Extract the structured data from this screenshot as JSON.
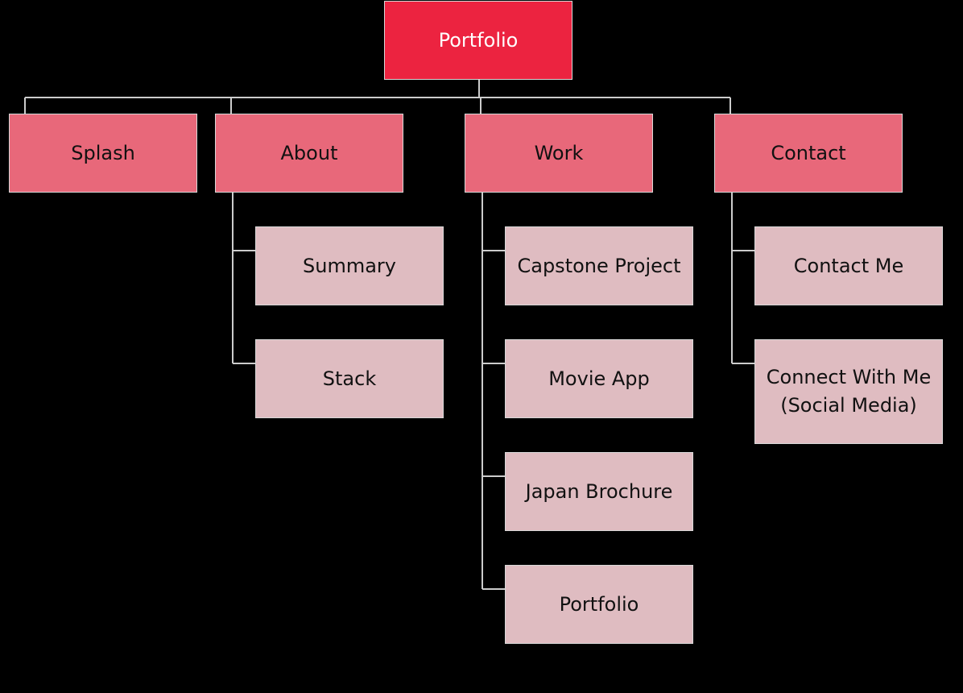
{
  "colors": {
    "root_fill": "#ec2340",
    "section_fill": "#e8687a",
    "page_fill": "#dfbcc1",
    "connector": "#cccccc",
    "background": "#000000"
  },
  "root": {
    "label": "Portfolio"
  },
  "sections": [
    {
      "label": "Splash",
      "children": []
    },
    {
      "label": "About",
      "children": [
        {
          "label": "Summary"
        },
        {
          "label": "Stack"
        }
      ]
    },
    {
      "label": "Work",
      "children": [
        {
          "label": "Capstone Project"
        },
        {
          "label": "Movie App"
        },
        {
          "label": "Japan Brochure"
        },
        {
          "label": "Portfolio"
        }
      ]
    },
    {
      "label": "Contact",
      "children": [
        {
          "label": "Contact Me"
        },
        {
          "label": "Connect With Me\n(Social Media)"
        }
      ]
    }
  ]
}
